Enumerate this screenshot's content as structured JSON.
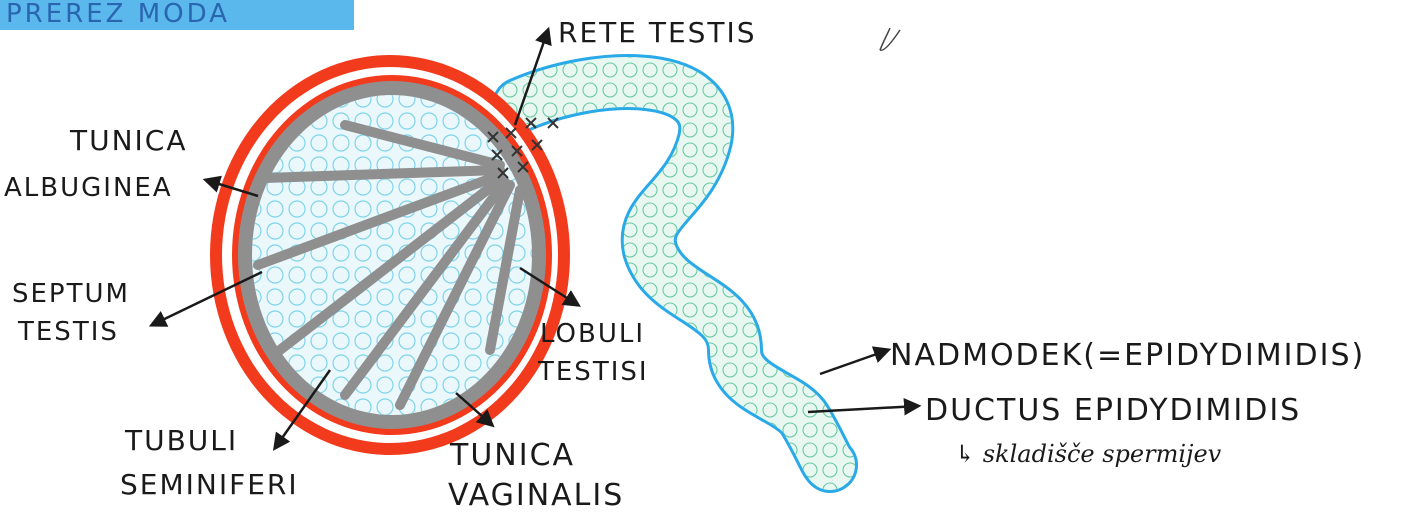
{
  "title": "PREREZ MODA",
  "labels": {
    "rete_testis": "RETE TESTIS",
    "tunica_albuginea_1": "TUNICA",
    "tunica_albuginea_2": "ALBUGINEA",
    "septum_testis_1": "SEPTUM",
    "septum_testis_2": "TESTIS",
    "lobuli_testis_1": "LOBULI",
    "lobuli_testis_2": "TESTISI",
    "tubuli_seminiferi_1": "TUBULI",
    "tubuli_seminiferi_2": "SEMINIFERI",
    "tunica_vaginalis_1": "TUNICA",
    "tunica_vaginalis_2": "VAGINALIS",
    "nadmodek": "NADMODEK(=EPIDYDIMIDIS)",
    "ductus": "DUCTUS EPIDYDIMIDIS",
    "skladisce": "↳ skladišče spermijev"
  },
  "colors": {
    "tunica_vaginalis": "#f23a1c",
    "tunica_albuginea": "#8f8f8f",
    "tubules": "#7fd3ea",
    "epididymis": "#9fe0c8",
    "epididymis_edge": "#2aa9e8",
    "title_highlight": "#5ab8ec",
    "ink": "#1a1a1a"
  }
}
